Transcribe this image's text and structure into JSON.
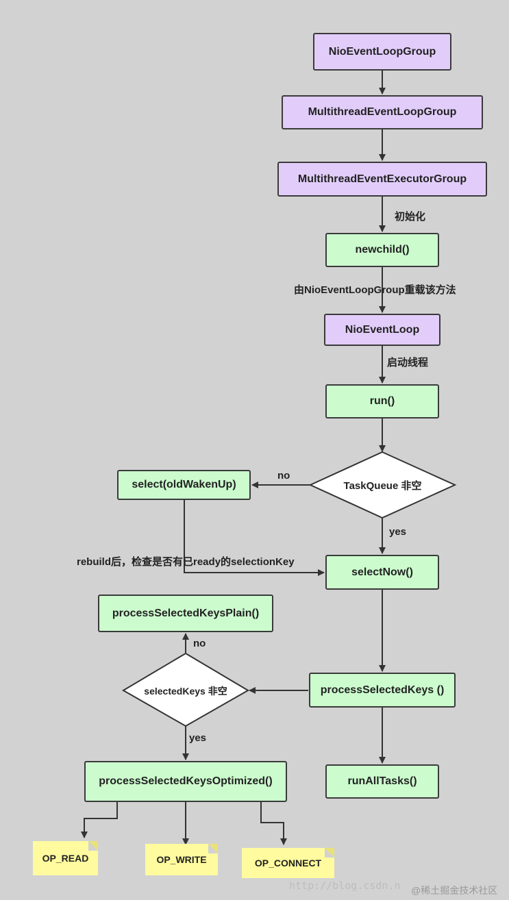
{
  "nodes": {
    "nio_event_loop_group": "NioEventLoopGroup",
    "multithread_event_loop_group": "MultithreadEventLoopGroup",
    "multithread_event_executor_group": "MultithreadEventExecutorGroup",
    "newchild": "newchild()",
    "nio_event_loop": "NioEventLoop",
    "run": "run()",
    "taskqueue_decision": "TaskQueue 非空",
    "select_old_wakenup": "select(oldWakenUp)",
    "select_now": "selectNow()",
    "process_selected_keys_plain": "processSelectedKeysPlain()",
    "selected_keys_decision": "selectedKeys 非空",
    "process_selected_keys": "processSelectedKeys ()",
    "process_selected_keys_optimized": "processSelectedKeysOptimized()",
    "run_all_tasks": "runAllTasks()",
    "op_read": "OP_READ",
    "op_write": "OP_WRITE",
    "op_connect": "OP_CONNECT"
  },
  "edge_labels": {
    "init": "初始化",
    "override": "由NioEventLoopGroup重载该方法",
    "start_thread": "启动线程",
    "taskqueue_no": "no",
    "taskqueue_yes": "yes",
    "rebuild": "rebuild后，检查是否有已ready的selectionKey",
    "selectedkeys_no": "no",
    "selectedkeys_yes": "yes"
  },
  "watermark": {
    "url": "http://blog.csdn.n",
    "site": "@稀土掘金技术社区"
  },
  "colors": {
    "background": "#d2d2d2",
    "class_node": "#e2cdfa",
    "method_node": "#ccfcce",
    "decision_node": "#ffffff",
    "note_node": "#fffb9e",
    "line": "#333333"
  }
}
